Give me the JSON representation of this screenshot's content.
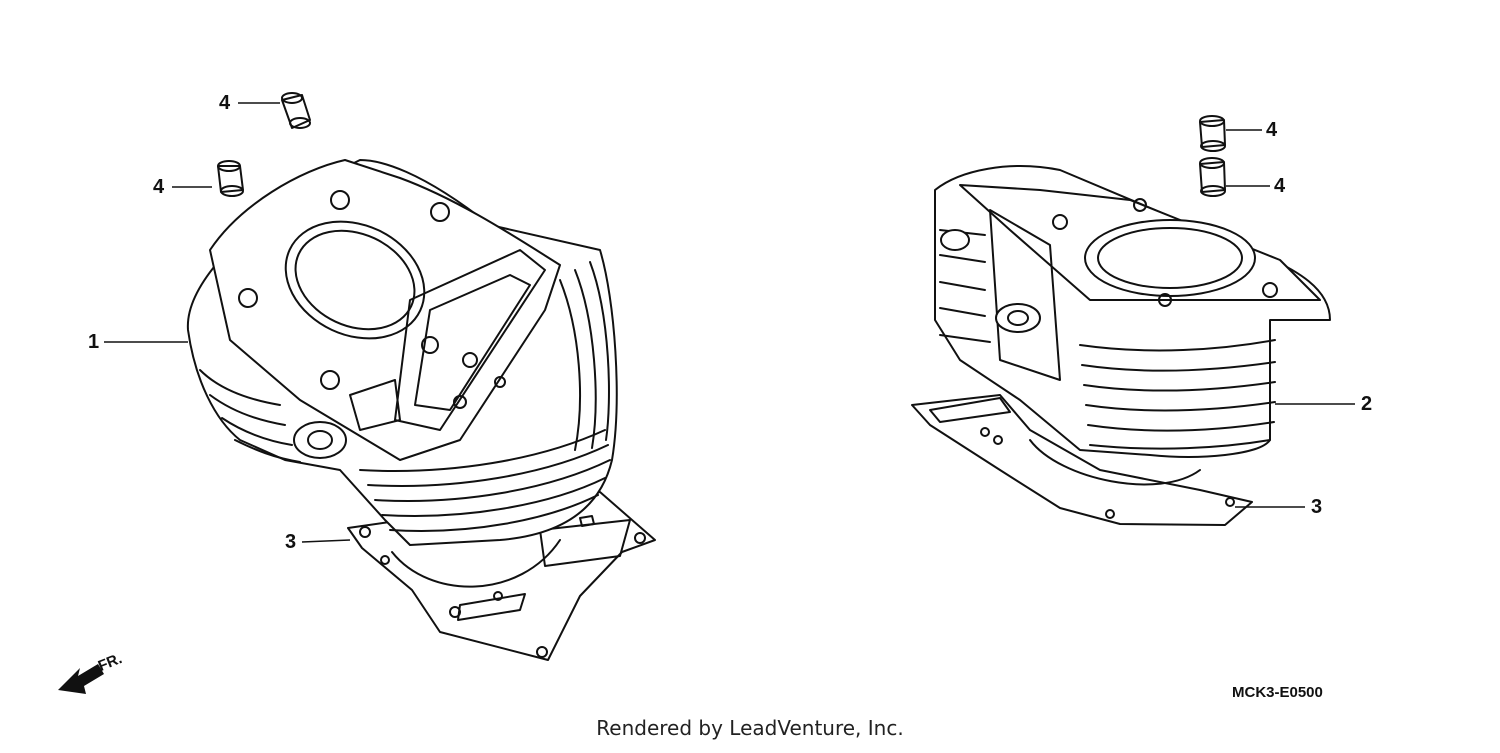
{
  "callouts": {
    "dowel_top_left": "4",
    "dowel_mid_left": "4",
    "front_cylinder": "1",
    "front_gasket": "3",
    "dowel_top_right": "4",
    "dowel_mid_right": "4",
    "rear_cylinder": "2",
    "rear_gasket": "3"
  },
  "direction_marker": "FR.",
  "diagram_code": "MCK3-E0500",
  "footer": "Rendered by LeadVenture, Inc."
}
